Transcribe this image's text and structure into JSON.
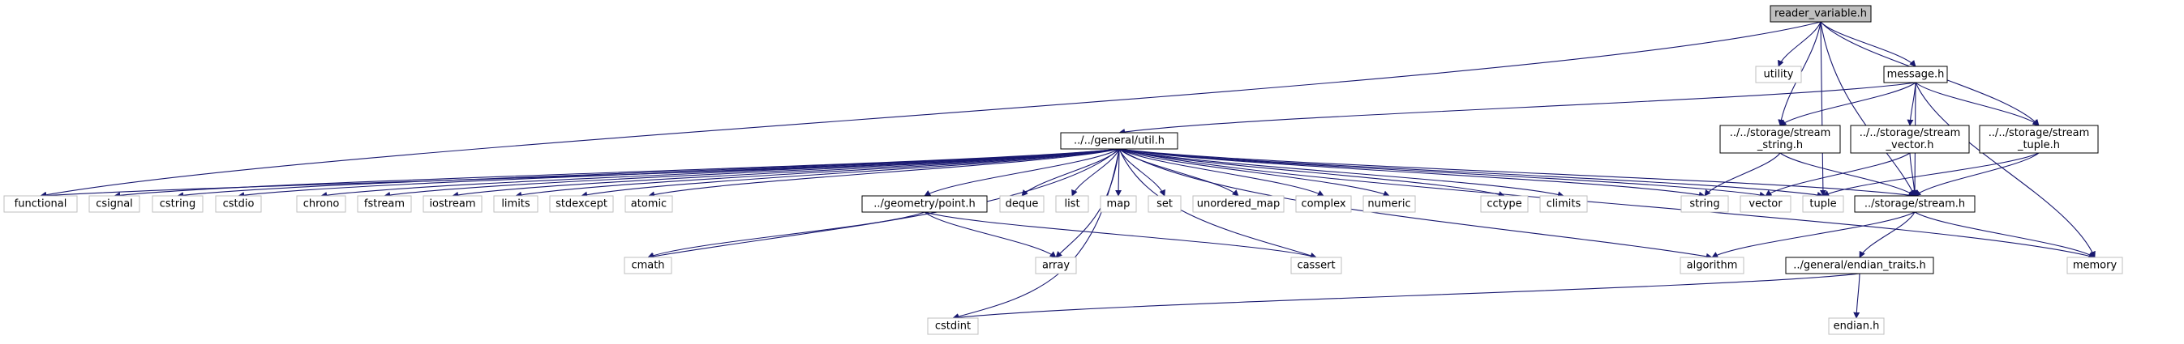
{
  "diagram": {
    "colors": {
      "edge": "#191970",
      "node_border": "#000000",
      "system_node_border": "#bfbfbf",
      "root_fill": "#bfbfbf",
      "node_text": "#000000",
      "system_node_text": "#000000"
    },
    "nodes": [
      {
        "id": "reader_variable",
        "lines": [
          "reader_variable.h"
        ],
        "kind": "root"
      },
      {
        "id": "utility",
        "lines": [
          "utility"
        ],
        "kind": "system"
      },
      {
        "id": "message",
        "lines": [
          "message.h"
        ],
        "kind": "local"
      },
      {
        "id": "util",
        "lines": [
          "../../general/util.h"
        ],
        "kind": "local"
      },
      {
        "id": "stream_string",
        "lines": [
          "../../storage/stream",
          "_string.h"
        ],
        "kind": "local"
      },
      {
        "id": "stream_vector",
        "lines": [
          "../../storage/stream",
          "_vector.h"
        ],
        "kind": "local"
      },
      {
        "id": "stream_tuple",
        "lines": [
          "../../storage/stream",
          "_tuple.h"
        ],
        "kind": "local"
      },
      {
        "id": "functional",
        "lines": [
          "functional"
        ],
        "kind": "system"
      },
      {
        "id": "csignal",
        "lines": [
          "csignal"
        ],
        "kind": "system"
      },
      {
        "id": "cstring",
        "lines": [
          "cstring"
        ],
        "kind": "system"
      },
      {
        "id": "cstdio",
        "lines": [
          "cstdio"
        ],
        "kind": "system"
      },
      {
        "id": "chrono",
        "lines": [
          "chrono"
        ],
        "kind": "system"
      },
      {
        "id": "fstream",
        "lines": [
          "fstream"
        ],
        "kind": "system"
      },
      {
        "id": "iostream",
        "lines": [
          "iostream"
        ],
        "kind": "system"
      },
      {
        "id": "limits",
        "lines": [
          "limits"
        ],
        "kind": "system"
      },
      {
        "id": "stdexcept",
        "lines": [
          "stdexcept"
        ],
        "kind": "system"
      },
      {
        "id": "atomic",
        "lines": [
          "atomic"
        ],
        "kind": "system"
      },
      {
        "id": "point",
        "lines": [
          "../geometry/point.h"
        ],
        "kind": "local"
      },
      {
        "id": "deque",
        "lines": [
          "deque"
        ],
        "kind": "system"
      },
      {
        "id": "list",
        "lines": [
          "list"
        ],
        "kind": "system"
      },
      {
        "id": "map",
        "lines": [
          "map"
        ],
        "kind": "system"
      },
      {
        "id": "set",
        "lines": [
          "set"
        ],
        "kind": "system"
      },
      {
        "id": "unordered_map",
        "lines": [
          "unordered_map"
        ],
        "kind": "system"
      },
      {
        "id": "complex",
        "lines": [
          "complex"
        ],
        "kind": "system"
      },
      {
        "id": "numeric",
        "lines": [
          "numeric"
        ],
        "kind": "system"
      },
      {
        "id": "cctype",
        "lines": [
          "cctype"
        ],
        "kind": "system"
      },
      {
        "id": "climits",
        "lines": [
          "climits"
        ],
        "kind": "system"
      },
      {
        "id": "string",
        "lines": [
          "string"
        ],
        "kind": "system"
      },
      {
        "id": "vector",
        "lines": [
          "vector"
        ],
        "kind": "system"
      },
      {
        "id": "tuple",
        "lines": [
          "tuple"
        ],
        "kind": "system"
      },
      {
        "id": "stream",
        "lines": [
          "../storage/stream.h"
        ],
        "kind": "local"
      },
      {
        "id": "cmath",
        "lines": [
          "cmath"
        ],
        "kind": "system"
      },
      {
        "id": "array",
        "lines": [
          "array"
        ],
        "kind": "system"
      },
      {
        "id": "cassert",
        "lines": [
          "cassert"
        ],
        "kind": "system"
      },
      {
        "id": "algorithm",
        "lines": [
          "algorithm"
        ],
        "kind": "system"
      },
      {
        "id": "endian_traits",
        "lines": [
          "../general/endian_traits.h"
        ],
        "kind": "local"
      },
      {
        "id": "memory",
        "lines": [
          "memory"
        ],
        "kind": "system"
      },
      {
        "id": "cstdint",
        "lines": [
          "cstdint"
        ],
        "kind": "system"
      },
      {
        "id": "endian",
        "lines": [
          "endian.h"
        ],
        "kind": "system"
      }
    ],
    "edges": [
      [
        "reader_variable",
        "functional"
      ],
      [
        "reader_variable",
        "utility"
      ],
      [
        "reader_variable",
        "message"
      ],
      [
        "reader_variable",
        "stream_string"
      ],
      [
        "reader_variable",
        "stream_tuple"
      ],
      [
        "reader_variable",
        "stream"
      ],
      [
        "reader_variable",
        "tuple"
      ],
      [
        "message",
        "util"
      ],
      [
        "message",
        "stream_string"
      ],
      [
        "message",
        "stream_vector"
      ],
      [
        "message",
        "stream_tuple"
      ],
      [
        "message",
        "stream"
      ],
      [
        "message",
        "memory"
      ],
      [
        "util",
        "functional"
      ],
      [
        "util",
        "csignal"
      ],
      [
        "util",
        "cstring"
      ],
      [
        "util",
        "cstdio"
      ],
      [
        "util",
        "chrono"
      ],
      [
        "util",
        "fstream"
      ],
      [
        "util",
        "iostream"
      ],
      [
        "util",
        "limits"
      ],
      [
        "util",
        "stdexcept"
      ],
      [
        "util",
        "atomic"
      ],
      [
        "util",
        "point"
      ],
      [
        "util",
        "deque"
      ],
      [
        "util",
        "list"
      ],
      [
        "util",
        "map"
      ],
      [
        "util",
        "set"
      ],
      [
        "util",
        "unordered_map"
      ],
      [
        "util",
        "complex"
      ],
      [
        "util",
        "numeric"
      ],
      [
        "util",
        "cctype"
      ],
      [
        "util",
        "climits"
      ],
      [
        "util",
        "string"
      ],
      [
        "util",
        "vector"
      ],
      [
        "util",
        "tuple"
      ],
      [
        "util",
        "stream"
      ],
      [
        "util",
        "cmath"
      ],
      [
        "util",
        "array"
      ],
      [
        "util",
        "cassert"
      ],
      [
        "util",
        "algorithm"
      ],
      [
        "util",
        "memory"
      ],
      [
        "util",
        "cstdint"
      ],
      [
        "point",
        "cmath"
      ],
      [
        "point",
        "array"
      ],
      [
        "point",
        "cassert"
      ],
      [
        "stream_string",
        "string"
      ],
      [
        "stream_string",
        "stream"
      ],
      [
        "stream_vector",
        "vector"
      ],
      [
        "stream_vector",
        "stream"
      ],
      [
        "stream_tuple",
        "tuple"
      ],
      [
        "stream_tuple",
        "stream"
      ],
      [
        "stream",
        "algorithm"
      ],
      [
        "stream",
        "endian_traits"
      ],
      [
        "stream",
        "memory"
      ],
      [
        "endian_traits",
        "cstdint"
      ],
      [
        "endian_traits",
        "endian"
      ]
    ]
  }
}
